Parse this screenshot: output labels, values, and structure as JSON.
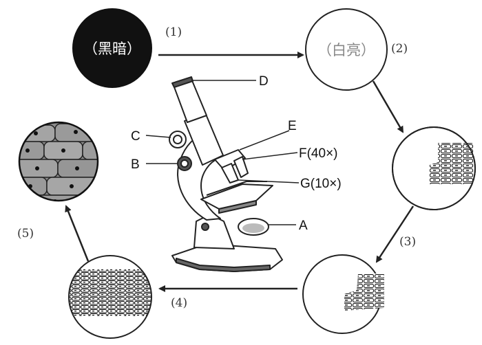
{
  "steps": {
    "s1": "(1)",
    "s2": "(2)",
    "s3": "(3)",
    "s4": "(4)",
    "s5": "(5)"
  },
  "views": {
    "dark": "（黑暗）",
    "bright": "（白亮）"
  },
  "parts": {
    "A": "A",
    "C": "C",
    "B": "B",
    "D": "D",
    "E": "E",
    "F": "F(40×)",
    "G": "G(10×)"
  },
  "colors": {
    "dark_field": "#111111",
    "line": "#222222",
    "cell_fill": "#b8b8b8"
  }
}
